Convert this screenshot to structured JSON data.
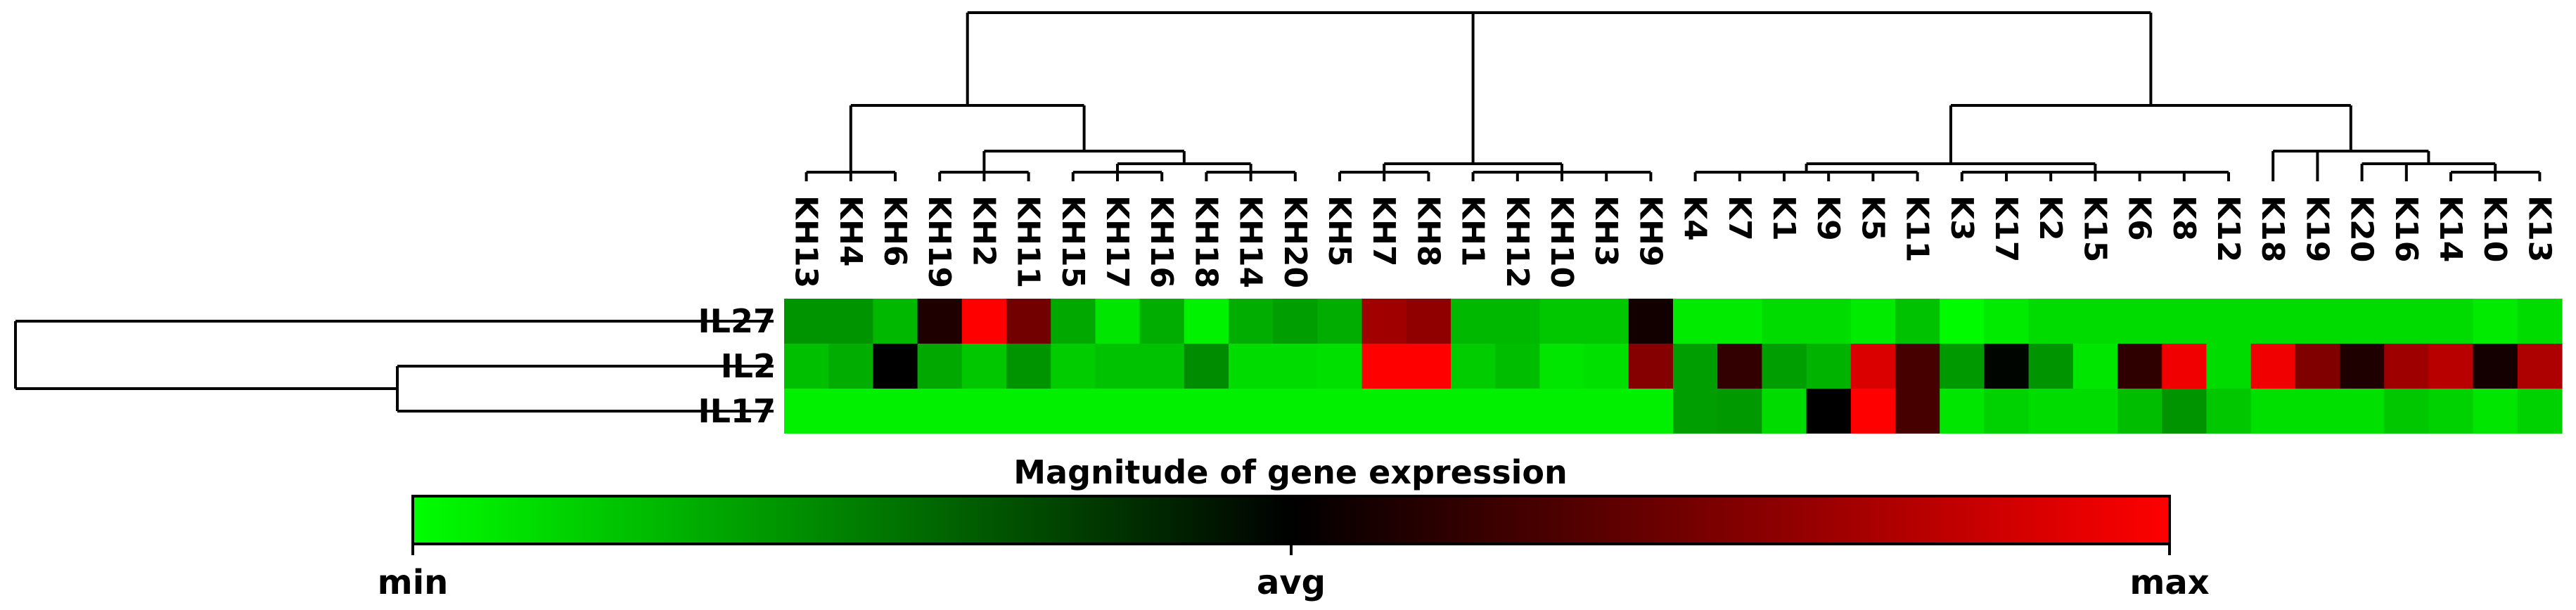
{
  "chart_data": {
    "type": "heatmap",
    "columns": [
      "KH13",
      "KH4",
      "KH6",
      "KH19",
      "KH2",
      "KH11",
      "KH15",
      "KH17",
      "KH16",
      "KH18",
      "KH14",
      "KH20",
      "KH5",
      "KH7",
      "KH8",
      "KH1",
      "KH12",
      "KH10",
      "KH3",
      "KH9",
      "K4",
      "K7",
      "K1",
      "K9",
      "K5",
      "K11",
      "K3",
      "K17",
      "K2",
      "K15",
      "K6",
      "K8",
      "K12",
      "K18",
      "K19",
      "K20",
      "K16",
      "K14",
      "K10",
      "K13"
    ],
    "rows": [
      "IL27",
      "IL2",
      "IL17"
    ],
    "values": [
      [
        -0.58,
        -0.58,
        -0.72,
        0.12,
        1.0,
        0.45,
        -0.66,
        -0.9,
        -0.68,
        -0.95,
        -0.68,
        -0.62,
        -0.68,
        0.63,
        0.57,
        -0.72,
        -0.72,
        -0.78,
        -0.78,
        0.07,
        -0.92,
        -0.92,
        -0.86,
        -0.86,
        -0.92,
        -0.76,
        -0.98,
        -0.92,
        -0.86,
        -0.86,
        -0.86,
        -0.86,
        -0.86,
        -0.86,
        -0.86,
        -0.86,
        -0.86,
        -0.86,
        -0.92,
        -0.86
      ],
      [
        -0.75,
        -0.68,
        0.0,
        -0.66,
        -0.78,
        -0.58,
        -0.8,
        -0.76,
        -0.76,
        -0.55,
        -0.86,
        -0.86,
        -0.88,
        1.0,
        1.0,
        -0.8,
        -0.74,
        -0.9,
        -0.88,
        0.52,
        -0.62,
        0.2,
        -0.62,
        -0.7,
        0.86,
        0.28,
        -0.6,
        -0.02,
        -0.58,
        -0.9,
        0.18,
        0.94,
        -0.86,
        0.94,
        0.5,
        0.12,
        0.62,
        0.72,
        0.08,
        0.68
      ],
      [
        -0.94,
        -0.94,
        -0.94,
        -0.94,
        -0.94,
        -0.94,
        -0.94,
        -0.94,
        -0.94,
        -0.94,
        -0.94,
        -0.94,
        -0.94,
        -0.94,
        -0.94,
        -0.94,
        -0.94,
        -0.94,
        -0.94,
        -0.94,
        -0.62,
        -0.6,
        -0.86,
        0.0,
        1.0,
        0.28,
        -0.9,
        -0.82,
        -0.86,
        -0.86,
        -0.74,
        -0.58,
        -0.78,
        -0.88,
        -0.88,
        -0.88,
        -0.78,
        -0.82,
        -0.9,
        -0.82
      ]
    ],
    "color_scale": {
      "min": "#00ff00",
      "avg": "#000000",
      "max": "#ff0000"
    },
    "legend": {
      "title": "Magnitude of gene expression",
      "tick_labels": [
        "min",
        "avg",
        "max"
      ]
    },
    "dendrogram_columns": true,
    "dendrogram_rows": true
  }
}
